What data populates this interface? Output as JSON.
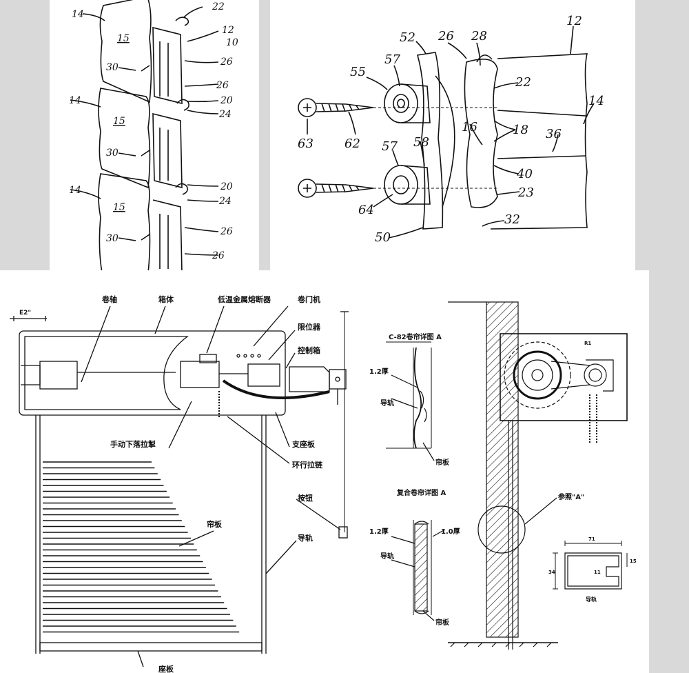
{
  "panel1": {
    "labels": [
      "14",
      "15",
      "30",
      "14",
      "15",
      "30",
      "14",
      "15",
      "30",
      "22",
      "12",
      "10",
      "26",
      "26",
      "20",
      "24",
      "20",
      "24",
      "26",
      "26"
    ]
  },
  "panel2": {
    "labels": [
      "52",
      "26",
      "28",
      "12",
      "57",
      "55",
      "22",
      "14",
      "36",
      "16",
      "18",
      "63",
      "62",
      "57",
      "58",
      "40",
      "23",
      "64",
      "50",
      "32"
    ]
  },
  "panel3": {
    "labels": {
      "dim_top": "E2\"",
      "shaft": "卷轴",
      "box": "箱体",
      "fuse": "低温金属熔断器",
      "motor": "卷门机",
      "limiter": "限位器",
      "control_box": "控制箱",
      "manual_pull": "手动下落拉掣",
      "support_plate": "支座板",
      "loop_chain": "环行拉链",
      "button": "按钮",
      "slat": "帘板",
      "rail": "导轨",
      "base_plate": "座板"
    }
  },
  "panel4": {
    "labels": {
      "detail_a": "C-82卷帘详图 A",
      "thick_12a": "1.2厚",
      "rail_a": "导轨",
      "slat_a": "帘板",
      "detail_b": "复合卷帘详图 A",
      "thick_12b": "1.2厚",
      "thick_10": "1.0厚",
      "rail_b": "导轨",
      "slat_b": "帘板",
      "ref_a": "参照\"A\"",
      "r1": "R1",
      "dim_71": "71",
      "dim_34": "34",
      "dim_15": "15",
      "dim_11": "11",
      "rail_section": "导轨"
    }
  }
}
